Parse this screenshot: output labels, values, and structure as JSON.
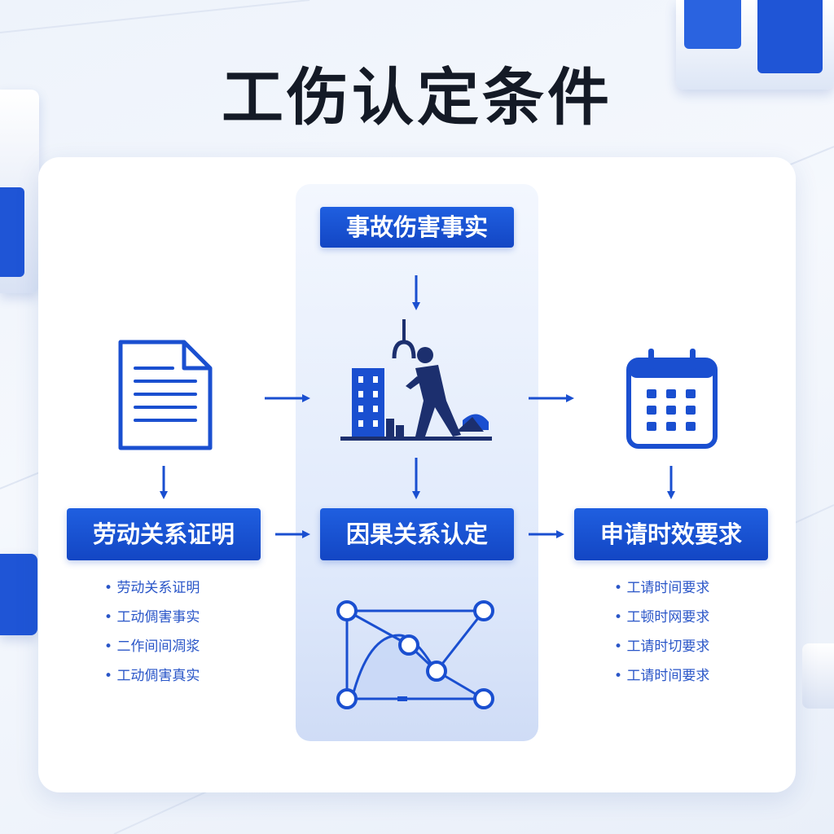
{
  "title": "工伤认定条件",
  "nodes": {
    "top": "事故伤害事实",
    "left": "劳动关系证明",
    "center": "因果关系认定",
    "right": "申请时效要求"
  },
  "left_bullets": [
    "劳动关系证明",
    "工动倜害事实",
    "二作间间凋浆",
    "工动倜害真实"
  ],
  "right_bullets": [
    "工请时间要求",
    "工顿时网要求",
    "工请时切要求",
    "工请时间要求"
  ],
  "colors": {
    "accent": "#1a4fd0",
    "label_bg": "#1346c4",
    "title": "#141a26"
  },
  "icons": {
    "left": "document-icon",
    "center": "worker-accident-icon",
    "right": "calendar-icon",
    "bottom": "network-graph-icon"
  }
}
